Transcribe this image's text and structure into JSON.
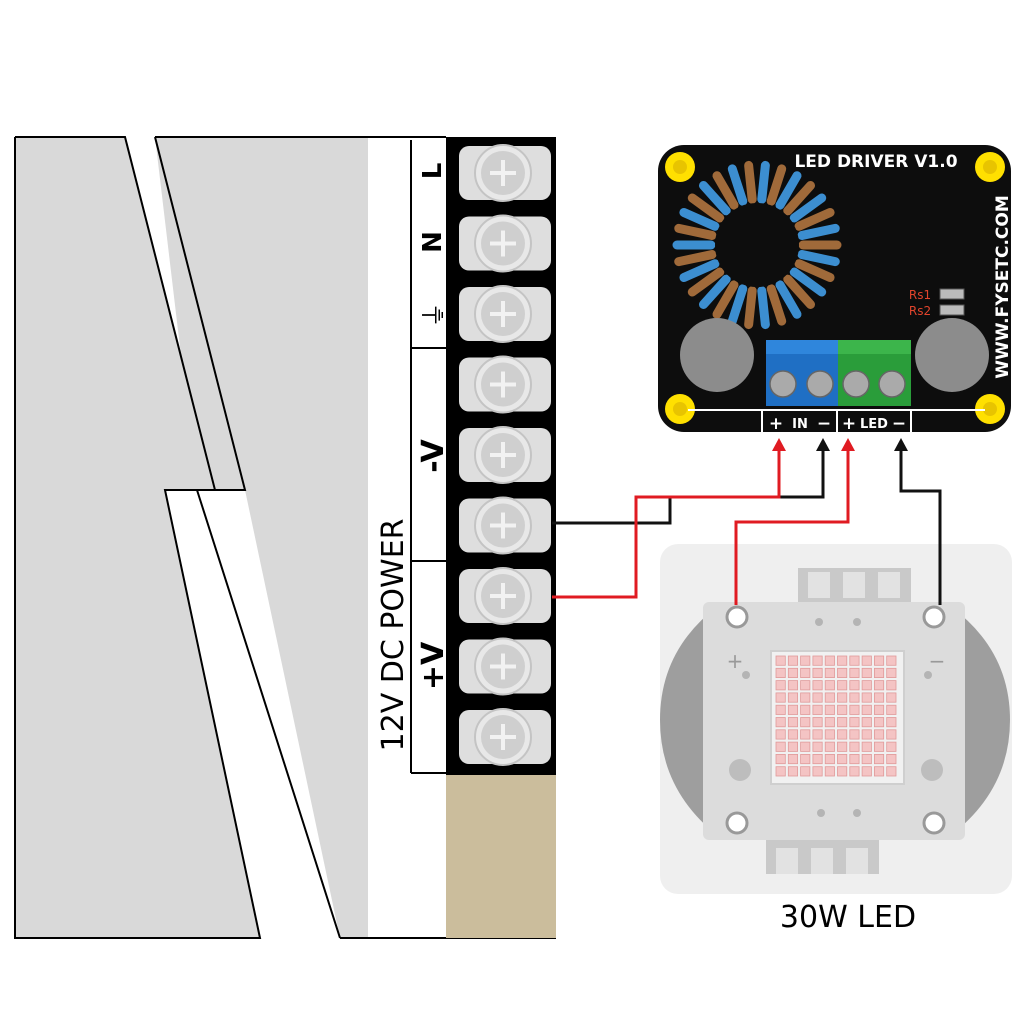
{
  "power_supply": {
    "title": "12V DC POWER",
    "terminals": [
      "L",
      "N",
      "⏚",
      "-V",
      "+V"
    ]
  },
  "driver": {
    "title": "LED DRIVER V1.0",
    "brand": "WWW.FYSETC.COM",
    "resistor_labels": [
      "Rs1",
      "Rs2"
    ],
    "in_label": "IN",
    "led_label": "LED",
    "plus": "+",
    "minus": "−"
  },
  "led": {
    "caption": "30W LED",
    "plus": "+",
    "minus": "−"
  },
  "colors": {
    "positive_wire": "#e01b22",
    "negative_wire": "#111111",
    "driver_board": "#0d0d0d",
    "mounting_hole": "#ffe000",
    "toroid_copper": "#a06a3a",
    "toroid_blue": "#3c8ed0",
    "in_terminal": "#1f6fc4",
    "led_terminal": "#2a9d3a",
    "led_chip": "#f4c4c4"
  }
}
